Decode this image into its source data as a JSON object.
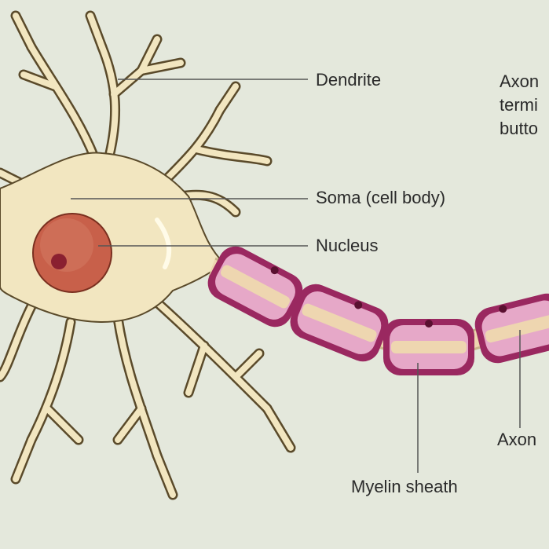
{
  "labels": {
    "dendrite": "Dendrite",
    "soma": "Soma (cell body)",
    "nucleus": "Nucleus",
    "axon_terminal_line1": "Axon",
    "axon_terminal_line2": "termi",
    "axon_terminal_line3": "butto",
    "axon": "Axon",
    "myelin_sheath": "Myelin sheath"
  },
  "colors": {
    "background": "#e4e8dc",
    "cell_fill": "#f2e6c0",
    "cell_outline": "#5a4a2a",
    "nucleus_fill": "#c8604a",
    "nucleolus_fill": "#8a2030",
    "myelin_outer": "#9a2860",
    "myelin_fill": "#e6a8c8",
    "axon_core": "#eed6b0",
    "leader_line": "#555555"
  }
}
